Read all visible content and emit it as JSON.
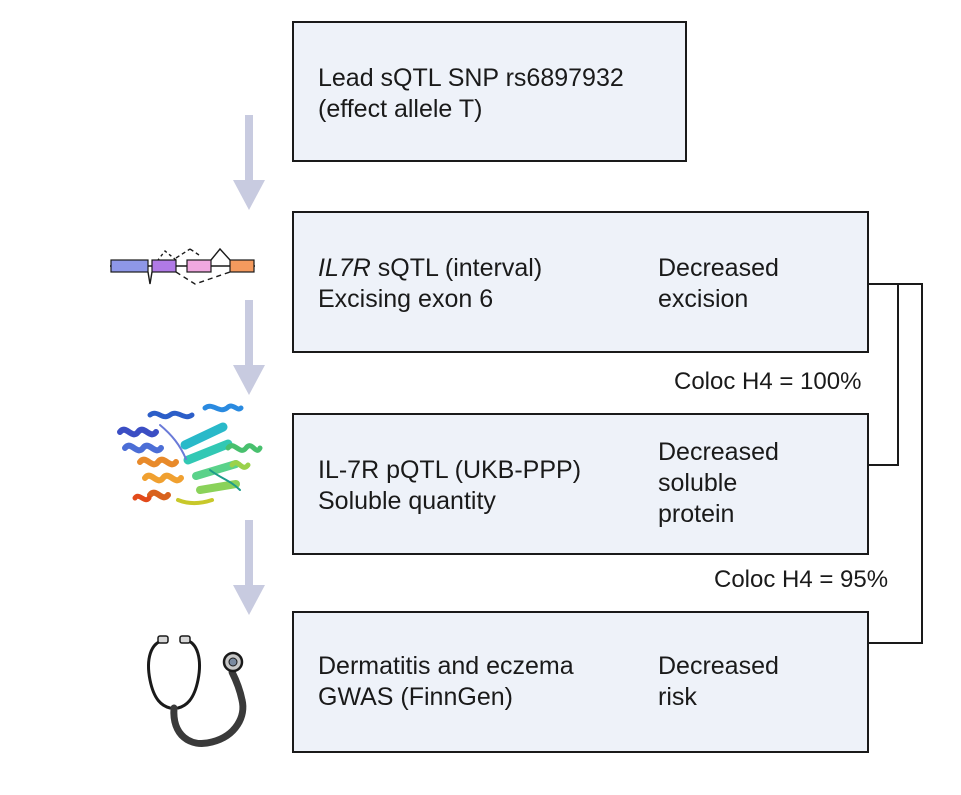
{
  "lead_box": {
    "line1": "Lead sQTL SNP rs6897932",
    "line2": "(effect allele T)"
  },
  "steps": [
    {
      "icon": "splicing-exon-diagram-icon",
      "title_italic": "IL7R",
      "title_rest": " sQTL (interval)",
      "subtitle": "Excising exon 6",
      "direction": "down",
      "effect_lines": [
        "Decreased",
        "excision"
      ]
    },
    {
      "icon": "protein-structure-icon",
      "title": "IL-7R pQTL (UKB-PPP)",
      "subtitle": "Soluble quantity",
      "direction": "down",
      "effect_lines": [
        "Decreased",
        "soluble",
        "protein"
      ]
    },
    {
      "icon": "stethoscope-icon",
      "title": "Dermatitis and eczema",
      "subtitle": "GWAS (FinnGen)",
      "direction": "down",
      "effect_lines": [
        "Decreased",
        "risk"
      ]
    }
  ],
  "coloc": {
    "upper": "Coloc H4 = 100%",
    "lower": "Coloc H4 = 95%"
  },
  "colors": {
    "box_fill": "#eef2f9",
    "flow_arrow": "#c8cbe0",
    "effect_arrow": "#f04a12",
    "exon_blue": "#8e97e8",
    "exon_purple": "#b07ae6",
    "exon_pink": "#f0a8e0",
    "exon_orange": "#f49a5e"
  }
}
